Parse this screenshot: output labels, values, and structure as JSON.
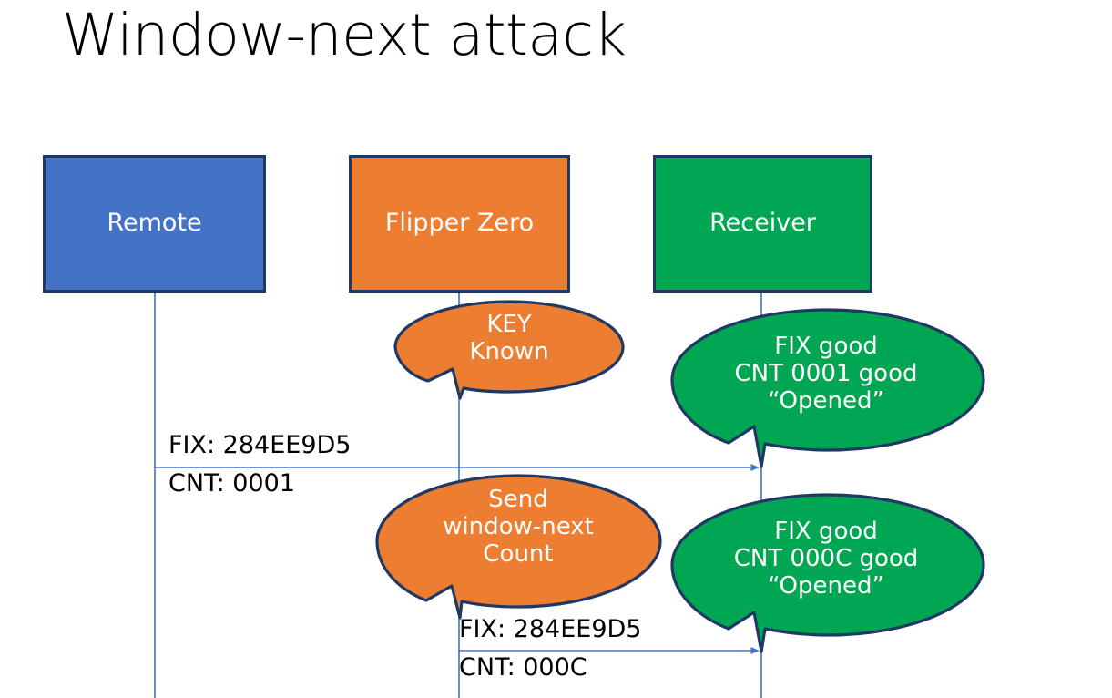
{
  "slide": {
    "title": "Window-next attack",
    "background": "#FFFFFF"
  },
  "colors": {
    "remote_fill": "#4472C4",
    "flipper_fill": "#ED7D31",
    "receiver_fill": "#00A651",
    "box_border": "#1F3864",
    "lifeline": "#4472C4",
    "arrow": "#4472C4",
    "text_on_fill": "#FFFFFF",
    "text_body": "#000000"
  },
  "actors": [
    {
      "id": "remote",
      "label": "Remote",
      "fill": "#4472C4"
    },
    {
      "id": "flipper",
      "label": "Flipper Zero",
      "fill": "#ED7D31"
    },
    {
      "id": "receiver",
      "label": "Receiver",
      "fill": "#00A651"
    }
  ],
  "callouts": [
    {
      "id": "key-known",
      "owner": "flipper",
      "fill": "#ED7D31",
      "lines": [
        "KEY",
        "Known"
      ]
    },
    {
      "id": "receiver-ack-1",
      "owner": "receiver",
      "fill": "#00A651",
      "lines": [
        "FIX good",
        "CNT 0001 good",
        "“Opened”"
      ]
    },
    {
      "id": "send-window-next",
      "owner": "flipper",
      "fill": "#ED7D31",
      "lines": [
        "Send",
        "window-next",
        "Count"
      ]
    },
    {
      "id": "receiver-ack-2",
      "owner": "receiver",
      "fill": "#00A651",
      "lines": [
        "FIX good",
        "CNT 000C good",
        "“Opened”"
      ]
    }
  ],
  "messages": [
    {
      "id": "message-1",
      "from": "remote",
      "to": "receiver",
      "fix": "FIX: 284EE9D5",
      "cnt": "CNT: 0001"
    },
    {
      "id": "message-2",
      "from": "flipper",
      "to": "receiver",
      "fix": "FIX: 284EE9D5",
      "cnt": "CNT: 000C"
    }
  ]
}
